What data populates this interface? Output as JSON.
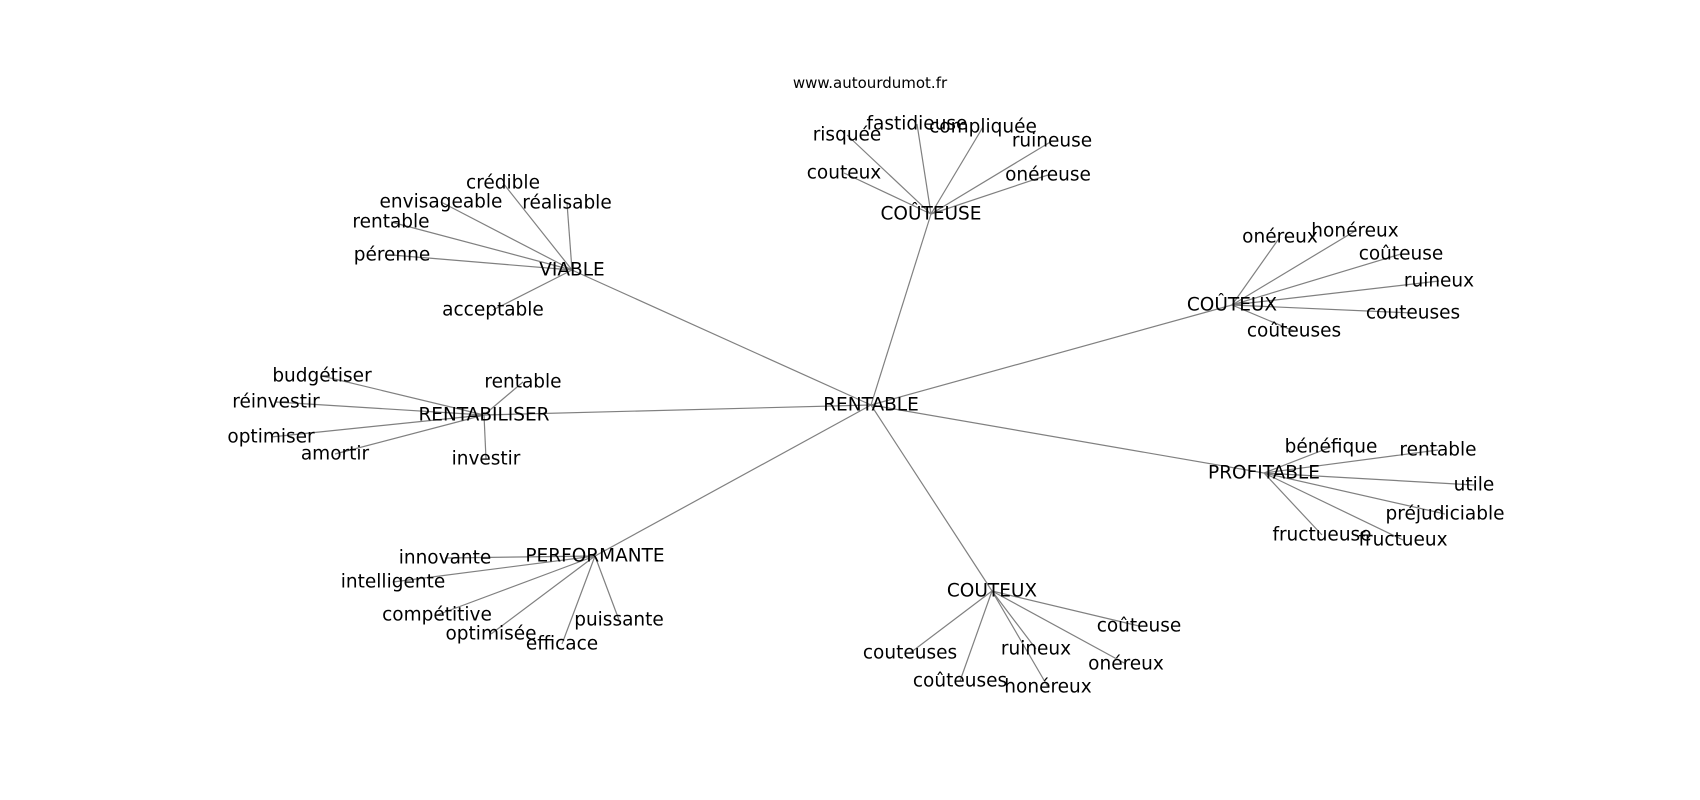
{
  "source": "www.autourdumot.fr",
  "center": "RENTABLE",
  "groups": [
    {
      "id": "couteuse",
      "label": "COÛTEUSE",
      "leaves": [
        "risquée",
        "fastidieuse",
        "compliquée",
        "ruineuse",
        "couteux",
        "onéreuse"
      ]
    },
    {
      "id": "viable",
      "label": "VIABLE",
      "leaves": [
        "crédible",
        "envisageable",
        "réalisable",
        "rentable",
        "pérenne",
        "acceptable"
      ]
    },
    {
      "id": "couteux-accent",
      "label": "COÛTEUX",
      "leaves": [
        "onéreux",
        "honéreux",
        "coûteuse",
        "ruineux",
        "couteuses",
        "coûteuses"
      ]
    },
    {
      "id": "rentabiliser",
      "label": "RENTABILISER",
      "leaves": [
        "budgétiser",
        "rentable",
        "réinvestir",
        "optimiser",
        "amortir",
        "investir"
      ]
    },
    {
      "id": "profitable",
      "label": "PROFITABLE",
      "leaves": [
        "bénéfique",
        "rentable",
        "utile",
        "préjudiciable",
        "fructueuse",
        "fructueux"
      ]
    },
    {
      "id": "performante",
      "label": "PERFORMANTE",
      "leaves": [
        "innovante",
        "intelligente",
        "compétitive",
        "optimisée",
        "puissante",
        "efficace"
      ]
    },
    {
      "id": "couteux",
      "label": "COUTEUX",
      "leaves": [
        "coûteuse",
        "couteuses",
        "ruineux",
        "onéreux",
        "coûteuses",
        "honéreux"
      ]
    }
  ]
}
